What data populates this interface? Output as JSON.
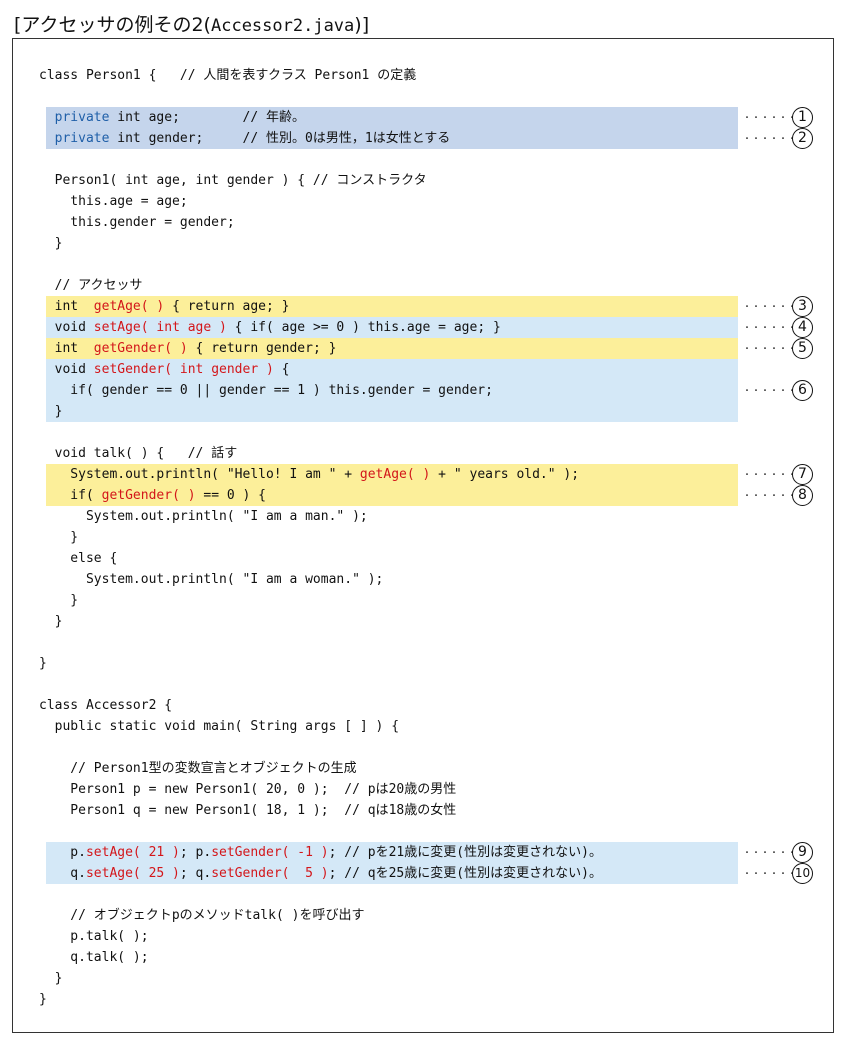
{
  "title": {
    "bracket_open": "[",
    "text": "アクセッサの例その2(",
    "file": "Accessor2.java",
    "suffix": ")]"
  },
  "code": [
    {
      "id": "l1",
      "segments": [
        {
          "t": "class Person1 {   // "
        },
        {
          "t": "人間を表すクラス",
          "jp": true
        },
        {
          "t": " Person1 "
        },
        {
          "t": "の定義",
          "jp": true
        }
      ]
    },
    {
      "id": "l2",
      "segments": [
        {
          "t": "  "
        },
        {
          "t": "private",
          "c": "kw"
        },
        {
          "t": " int age;        // "
        },
        {
          "t": "年齢。",
          "jp": true
        }
      ]
    },
    {
      "id": "l3",
      "segments": [
        {
          "t": "  "
        },
        {
          "t": "private",
          "c": "kw"
        },
        {
          "t": " int gender;     // "
        },
        {
          "t": "性別。",
          "jp": true
        },
        {
          "t": "0"
        },
        {
          "t": "は男性，",
          "jp": true
        },
        {
          "t": "1"
        },
        {
          "t": "は女性とする",
          "jp": true
        }
      ]
    },
    {
      "id": "l4",
      "segments": [
        {
          "t": "  Person1( int age, int gender ) { // "
        },
        {
          "t": "コンストラクタ",
          "jp": true
        }
      ]
    },
    {
      "id": "l5",
      "segments": [
        {
          "t": "    this.age = age;"
        }
      ]
    },
    {
      "id": "l6",
      "segments": [
        {
          "t": "    this.gender = gender;"
        }
      ]
    },
    {
      "id": "l7",
      "segments": [
        {
          "t": "  }"
        }
      ]
    },
    {
      "id": "l8",
      "segments": [
        {
          "t": "  // "
        },
        {
          "t": "アクセッサ",
          "jp": true
        }
      ]
    },
    {
      "id": "l9",
      "segments": [
        {
          "t": "  int  "
        },
        {
          "t": "getAge( )",
          "c": "red"
        },
        {
          "t": " { return age; }"
        }
      ]
    },
    {
      "id": "l10",
      "segments": [
        {
          "t": "  void "
        },
        {
          "t": "setAge( int age )",
          "c": "red"
        },
        {
          "t": " { if( age >= 0 ) this.age = age; }"
        }
      ]
    },
    {
      "id": "l11",
      "segments": [
        {
          "t": "  int  "
        },
        {
          "t": "getGender( )",
          "c": "red"
        },
        {
          "t": " { return gender; }"
        }
      ]
    },
    {
      "id": "l12",
      "segments": [
        {
          "t": "  void "
        },
        {
          "t": "setGender( int gender )",
          "c": "red"
        },
        {
          "t": " {"
        }
      ]
    },
    {
      "id": "l13",
      "segments": [
        {
          "t": "    if( gender == 0 || gender == 1 ) this.gender = gender;"
        }
      ]
    },
    {
      "id": "l14",
      "segments": [
        {
          "t": "  }"
        }
      ]
    },
    {
      "id": "l15",
      "segments": [
        {
          "t": "  void talk( ) {   // "
        },
        {
          "t": "話す",
          "jp": true
        }
      ]
    },
    {
      "id": "l16",
      "segments": [
        {
          "t": "    System.out.println( \"Hello! I am \" + "
        },
        {
          "t": "getAge( )",
          "c": "red"
        },
        {
          "t": " + \" years old.\" );"
        }
      ]
    },
    {
      "id": "l17",
      "segments": [
        {
          "t": "    if( "
        },
        {
          "t": "getGender( )",
          "c": "red"
        },
        {
          "t": " == 0 ) {"
        }
      ]
    },
    {
      "id": "l18",
      "segments": [
        {
          "t": "      System.out.println( \"I am a man.\" );"
        }
      ]
    },
    {
      "id": "l19",
      "segments": [
        {
          "t": "    }"
        }
      ]
    },
    {
      "id": "l20",
      "segments": [
        {
          "t": "    else {"
        }
      ]
    },
    {
      "id": "l21",
      "segments": [
        {
          "t": "      System.out.println( \"I am a woman.\" );"
        }
      ]
    },
    {
      "id": "l22",
      "segments": [
        {
          "t": "    }"
        }
      ]
    },
    {
      "id": "l23",
      "segments": [
        {
          "t": "  }"
        }
      ]
    },
    {
      "id": "l24",
      "segments": [
        {
          "t": "}"
        }
      ]
    },
    {
      "id": "l25",
      "segments": [
        {
          "t": "class Accessor2 {"
        }
      ]
    },
    {
      "id": "l26",
      "segments": [
        {
          "t": "  public static void main( String args [ ] ) {"
        }
      ]
    },
    {
      "id": "l27",
      "segments": [
        {
          "t": "    // Person1"
        },
        {
          "t": "型の変数宣言とオブジェクトの生成",
          "jp": true
        }
      ]
    },
    {
      "id": "l28",
      "segments": [
        {
          "t": "    Person1 p = new Person1( 20, 0 );  // p"
        },
        {
          "t": "は",
          "jp": true
        },
        {
          "t": "20"
        },
        {
          "t": "歳の男性",
          "jp": true
        }
      ]
    },
    {
      "id": "l29",
      "segments": [
        {
          "t": "    Person1 q = new Person1( 18, 1 );  // q"
        },
        {
          "t": "は",
          "jp": true
        },
        {
          "t": "18"
        },
        {
          "t": "歳の女性",
          "jp": true
        }
      ]
    },
    {
      "id": "l30",
      "segments": [
        {
          "t": "    p."
        },
        {
          "t": "setAge( 21 )",
          "c": "red"
        },
        {
          "t": "; p."
        },
        {
          "t": "setGender( -1 )",
          "c": "red"
        },
        {
          "t": "; // p"
        },
        {
          "t": "を",
          "jp": true
        },
        {
          "t": "21"
        },
        {
          "t": "歳に変更",
          "jp": true
        },
        {
          "t": "("
        },
        {
          "t": "性別は変更されない",
          "jp": true
        },
        {
          "t": ")"
        },
        {
          "t": "。",
          "jp": true
        }
      ]
    },
    {
      "id": "l31",
      "segments": [
        {
          "t": "    q."
        },
        {
          "t": "setAge( 25 )",
          "c": "red"
        },
        {
          "t": "; q."
        },
        {
          "t": "setGender(  5 )",
          "c": "red"
        },
        {
          "t": "; // q"
        },
        {
          "t": "を",
          "jp": true
        },
        {
          "t": "25"
        },
        {
          "t": "歳に変更",
          "jp": true
        },
        {
          "t": "("
        },
        {
          "t": "性別は変更されない",
          "jp": true
        },
        {
          "t": ")"
        },
        {
          "t": "。",
          "jp": true
        }
      ]
    },
    {
      "id": "l32",
      "segments": [
        {
          "t": "    // "
        },
        {
          "t": "オブジェクト",
          "jp": true
        },
        {
          "t": "p"
        },
        {
          "t": "のメソッド",
          "jp": true
        },
        {
          "t": "talk( )"
        },
        {
          "t": "を呼び出す",
          "jp": true
        }
      ]
    },
    {
      "id": "l33",
      "segments": [
        {
          "t": "    p.talk( );"
        }
      ]
    },
    {
      "id": "l34",
      "segments": [
        {
          "t": "    q.talk( );"
        }
      ]
    },
    {
      "id": "l35",
      "segments": [
        {
          "t": "  }"
        }
      ]
    },
    {
      "id": "l36",
      "segments": [
        {
          "t": "}"
        }
      ]
    }
  ],
  "markers": [
    {
      "dots": "・・・・・・",
      "num": "1"
    },
    {
      "dots": "・・・・・・",
      "num": "2"
    },
    {
      "dots": "・・・・・・",
      "num": "3"
    },
    {
      "dots": "・・・・・・",
      "num": "4"
    },
    {
      "dots": "・・・・・・",
      "num": "5"
    },
    {
      "dots": "・・・・・・",
      "num": "6"
    },
    {
      "dots": "・・・・・・",
      "num": "7"
    },
    {
      "dots": "・・・・・・",
      "num": "8"
    },
    {
      "dots": "・・・・・・",
      "num": "9"
    },
    {
      "dots": "・・・・・・",
      "num": "10"
    }
  ],
  "colors": {
    "field_highlight": "#c5d5ec",
    "getter_highlight": "#fcef9a",
    "setter_highlight": "#d4e8f7",
    "keyword": "#1f5fa8",
    "method_call": "#d3161a"
  }
}
